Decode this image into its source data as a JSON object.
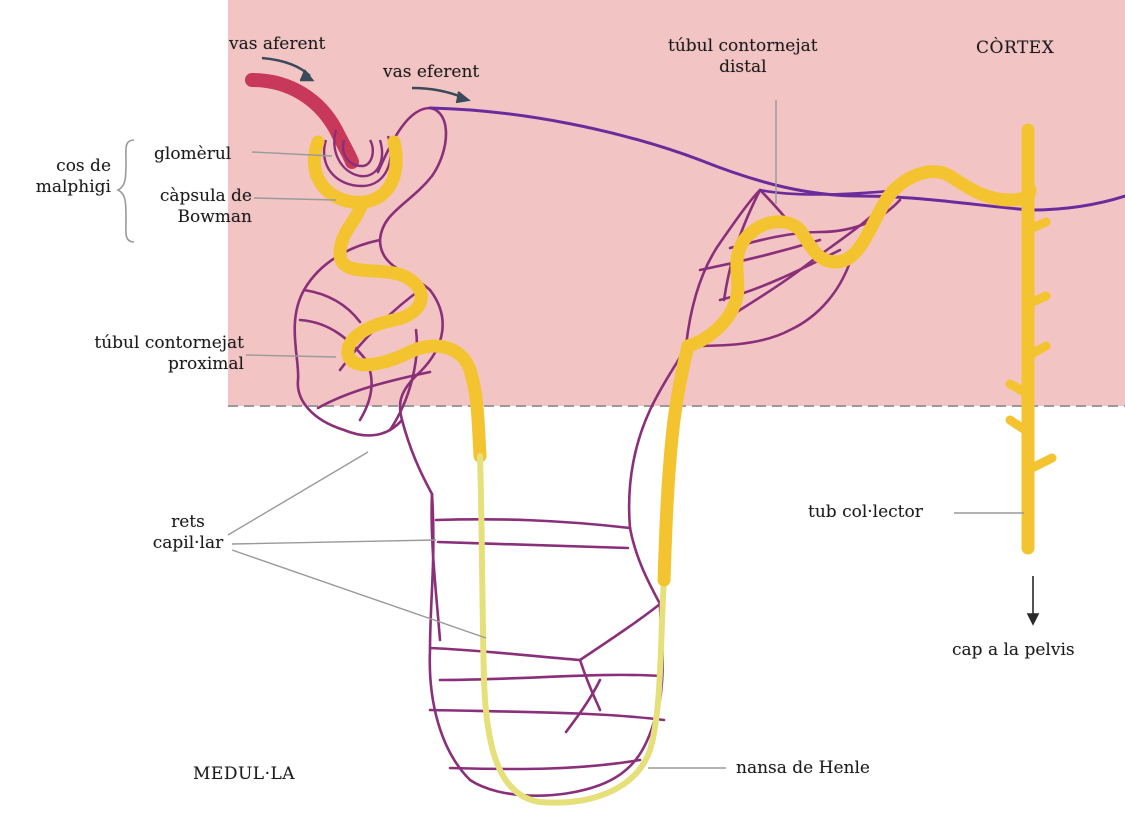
{
  "colors": {
    "cortex_background": "#f2c4c4",
    "medulla_background": "#ffffff",
    "capillary": "#8a2f7a",
    "vessel_purple": "#6a2c9c",
    "tubule_yellow": "#f4c430",
    "tubule_pale": "#e6e07a",
    "afferent_vessel": "#c8385a",
    "boundary_dash": "#9a9a9a",
    "leader_line": "#9a9a9a"
  },
  "regions": {
    "cortex": "CÒRTEX",
    "medulla": "MEDUL·LA"
  },
  "labels": {
    "vas_aferent": "vas aferent",
    "vas_eferent": "vas eferent",
    "tubul_distal_1": "túbul contornejat",
    "tubul_distal_2": "distal",
    "cos_malphigi_1": "cos de",
    "cos_malphigi_2": "malphigi",
    "glomerul": "glomèrul",
    "capsula_1": "càpsula de",
    "capsula_2": "Bowman",
    "tubul_proximal_1": "túbul contornejat",
    "tubul_proximal_2": "proximal",
    "rets_1": "rets",
    "rets_2": "capil·lar",
    "tub_collector": "tub col·lector",
    "cap_pelvis": "cap a la pelvis",
    "nansa_henle": "nansa de Henle"
  },
  "icons": [
    "flow-arrow-icon",
    "down-arrow-icon",
    "brace-icon"
  ]
}
